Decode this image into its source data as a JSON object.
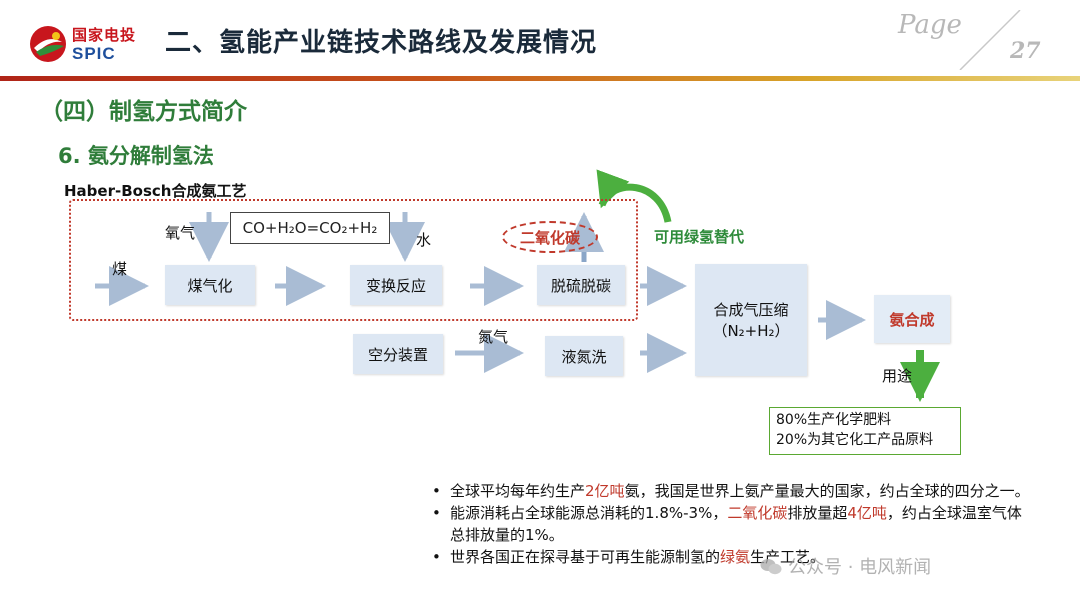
{
  "header": {
    "logo_cn": "国家电投",
    "logo_en": "SPIC",
    "title": "二、氢能产业链技术路线及发展情况",
    "page_word": "Page",
    "page_num": "27"
  },
  "section_title": "（四）制氢方式简介",
  "sub_title": "6. 氨分解制氢法",
  "process_label": "Haber-Bosch合成氨工艺",
  "diagram": {
    "coal": "煤",
    "oxygen": "氧气",
    "water": "水",
    "nitrogen": "氮气",
    "usage": "用途",
    "equation": "CO+H₂O=CO₂+H₂",
    "co2": "二氧化碳",
    "green_replace": "可用绿氢替代",
    "boxes": {
      "gasification": "煤气化",
      "shift": "变换反应",
      "desulf": "脱硫脱碳",
      "air_sep": "空分装置",
      "liquid_n2_wash": "液氮洗",
      "compress_line1": "合成气压缩",
      "compress_line2": "（N₂+H₂）",
      "ammonia": "氨合成"
    },
    "uses": [
      "80%生产化学肥料",
      "20%为其它化工产品原料"
    ]
  },
  "bullets": [
    {
      "pre": "全球平均每年约生产",
      "hl": "2亿吨",
      "post": "氨，我国是世界上氨产量最大的国家，约占全球的四分之一。"
    },
    {
      "pre": "能源消耗占全球能源总消耗的1.8%-3%，",
      "hl": "二氧化碳",
      "mid": "排放量超",
      "hl2": "4亿吨",
      "post": "，约占全球温室气体总排放量的1%。"
    },
    {
      "pre": "世界各国正在探寻基于可再生能源制氢的",
      "hl": "绿氨",
      "post": "生产工艺。"
    }
  ],
  "watermark": "公众号 · 电风新闻",
  "colors": {
    "accent_green": "#2f7d3a",
    "highlight_red": "#c0392b",
    "box_fill": "#dde7f3",
    "arrow_fill": "#a9bcd4"
  }
}
